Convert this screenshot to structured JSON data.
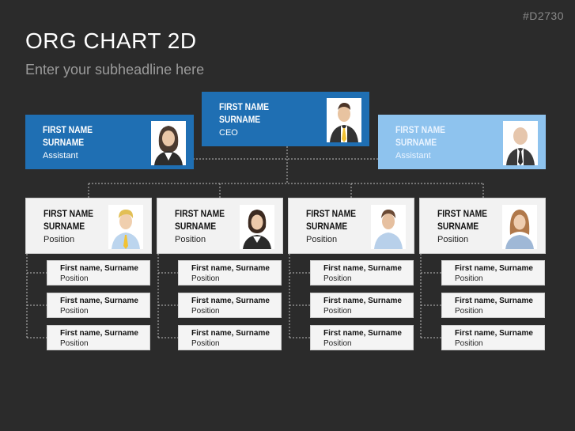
{
  "header": {
    "code": "#D2730",
    "title": "ORG CHART 2D",
    "subtitle": "Enter your subheadline here"
  },
  "ceo": {
    "name": "FIRST NAME\nSURNAME",
    "position": "CEO"
  },
  "assistant_left": {
    "name": "FIRST NAME\nSURNAME",
    "position": "Assistant"
  },
  "assistant_right": {
    "name": "FIRST NAME\nSURNAME",
    "position": "Assistant"
  },
  "managers": [
    {
      "name": "FIRST NAME\nSURNAME",
      "position": "Position",
      "reports": [
        {
          "name": "First name, Surname",
          "position": "Position"
        },
        {
          "name": "First name, Surname",
          "position": "Position"
        },
        {
          "name": "First name, Surname",
          "position": "Position"
        }
      ]
    },
    {
      "name": "FIRST NAME\nSURNAME",
      "position": "Position",
      "reports": [
        {
          "name": "First name, Surname",
          "position": "Position"
        },
        {
          "name": "First name, Surname",
          "position": "Position"
        },
        {
          "name": "First name, Surname",
          "position": "Position"
        }
      ]
    },
    {
      "name": "FIRST NAME\nSURNAME",
      "position": "Position",
      "reports": [
        {
          "name": "First name, Surname",
          "position": "Position"
        },
        {
          "name": "First name, Surname",
          "position": "Position"
        },
        {
          "name": "First name, Surname",
          "position": "Position"
        }
      ]
    },
    {
      "name": "FIRST NAME\nSURNAME",
      "position": "Position",
      "reports": [
        {
          "name": "First name, Surname",
          "position": "Position"
        },
        {
          "name": "First name, Surname",
          "position": "Position"
        },
        {
          "name": "First name, Surname",
          "position": "Position"
        }
      ]
    }
  ],
  "colors": {
    "background": "#2b2b2b",
    "ceo_box": "#1f6fb3",
    "assistant_left_box": "#1f6fb3",
    "assistant_right_box": "#8ec3ee",
    "staff_box": "#f2f2f2"
  },
  "icons": [
    "man-suit-yellow-tie-avatar",
    "woman-dark-hair-avatar",
    "bald-man-avatar",
    "blonde-man-avatar",
    "woman-brown-hair-avatar",
    "man-brown-hair-avatar",
    "woman-long-hair-avatar"
  ]
}
